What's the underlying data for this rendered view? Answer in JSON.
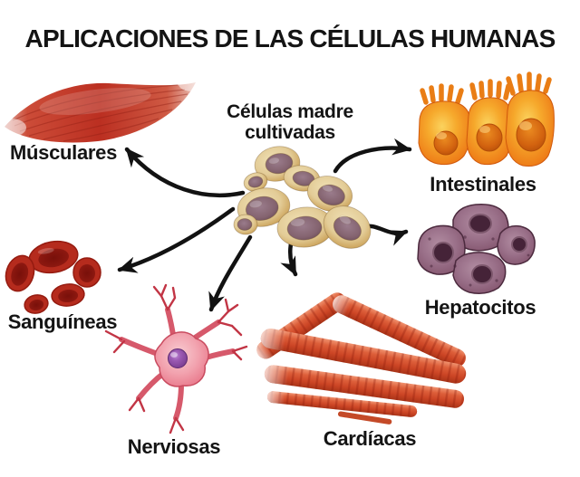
{
  "title": "APLICACIONES DE LAS CÉLULAS HUMANAS",
  "center": {
    "label_line1": "Células madre",
    "label_line2": "cultivadas",
    "illustration": "stem-cell-cluster"
  },
  "branches": [
    {
      "label": "Músculares",
      "illustration": "muscle-fiber-red-spindle"
    },
    {
      "label": "Intestinales",
      "illustration": "orange-intestinal-cells-with-microvilli"
    },
    {
      "label": "Hepatocitos",
      "illustration": "purple-hepatocyte-cells"
    },
    {
      "label": "Sanguíneas",
      "illustration": "red-blood-cells"
    },
    {
      "label": "Nerviosas",
      "illustration": "pink-neuron-with-dendrites"
    },
    {
      "label": "Cardíacas",
      "illustration": "striated-cardiac-muscle-fibers"
    }
  ],
  "colors": {
    "background": "#ffffff",
    "text": "#141414",
    "arrow": "#121212",
    "muscle_red": "#c23526",
    "intestinal_orange": "#f0921f",
    "hepatocyte_purple": "#8f6680",
    "blood_red": "#b02a1c",
    "neuron_pink": "#ee8495",
    "neuron_nucleus": "#8d4a9e",
    "stem_cell_tan": "#d3af6c",
    "stem_cell_nucleus": "#82636f",
    "cardiac_red": "#d1532e"
  }
}
